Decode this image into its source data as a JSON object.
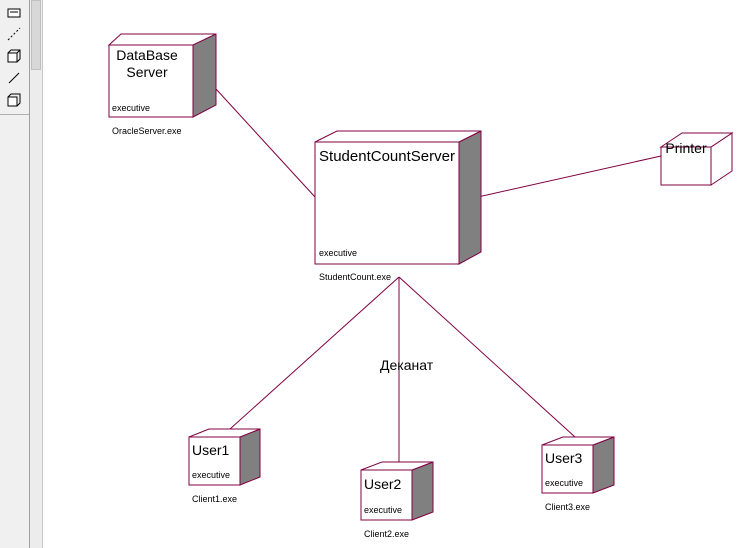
{
  "toolbar": {
    "tools": [
      {
        "icon": "note-icon"
      },
      {
        "icon": "anchor-line-icon"
      },
      {
        "icon": "processor-icon"
      },
      {
        "icon": "connection-line-icon"
      },
      {
        "icon": "device-icon"
      }
    ]
  },
  "diagram": {
    "nodes": {
      "database": {
        "name_line1": "DataBase",
        "name_line2": "Server",
        "stereotype": "executive",
        "artifact": "OracleServer.exe"
      },
      "server": {
        "name": "StudentCountServer",
        "stereotype": "executive",
        "artifact": "StudentCount.exe"
      },
      "printer": {
        "name": "Printer"
      },
      "user1": {
        "name": "User1",
        "stereotype": "executive",
        "artifact": "Client1.exe"
      },
      "user2": {
        "name": "User2",
        "stereotype": "executive",
        "artifact": "Client2.exe"
      },
      "user3": {
        "name": "User3",
        "stereotype": "executive",
        "artifact": "Client3.exe"
      }
    },
    "connection_label": "Деканат"
  },
  "colors": {
    "node_border": "#800040",
    "node_side": "#808080",
    "connector": "#800040",
    "text": "#000000"
  }
}
